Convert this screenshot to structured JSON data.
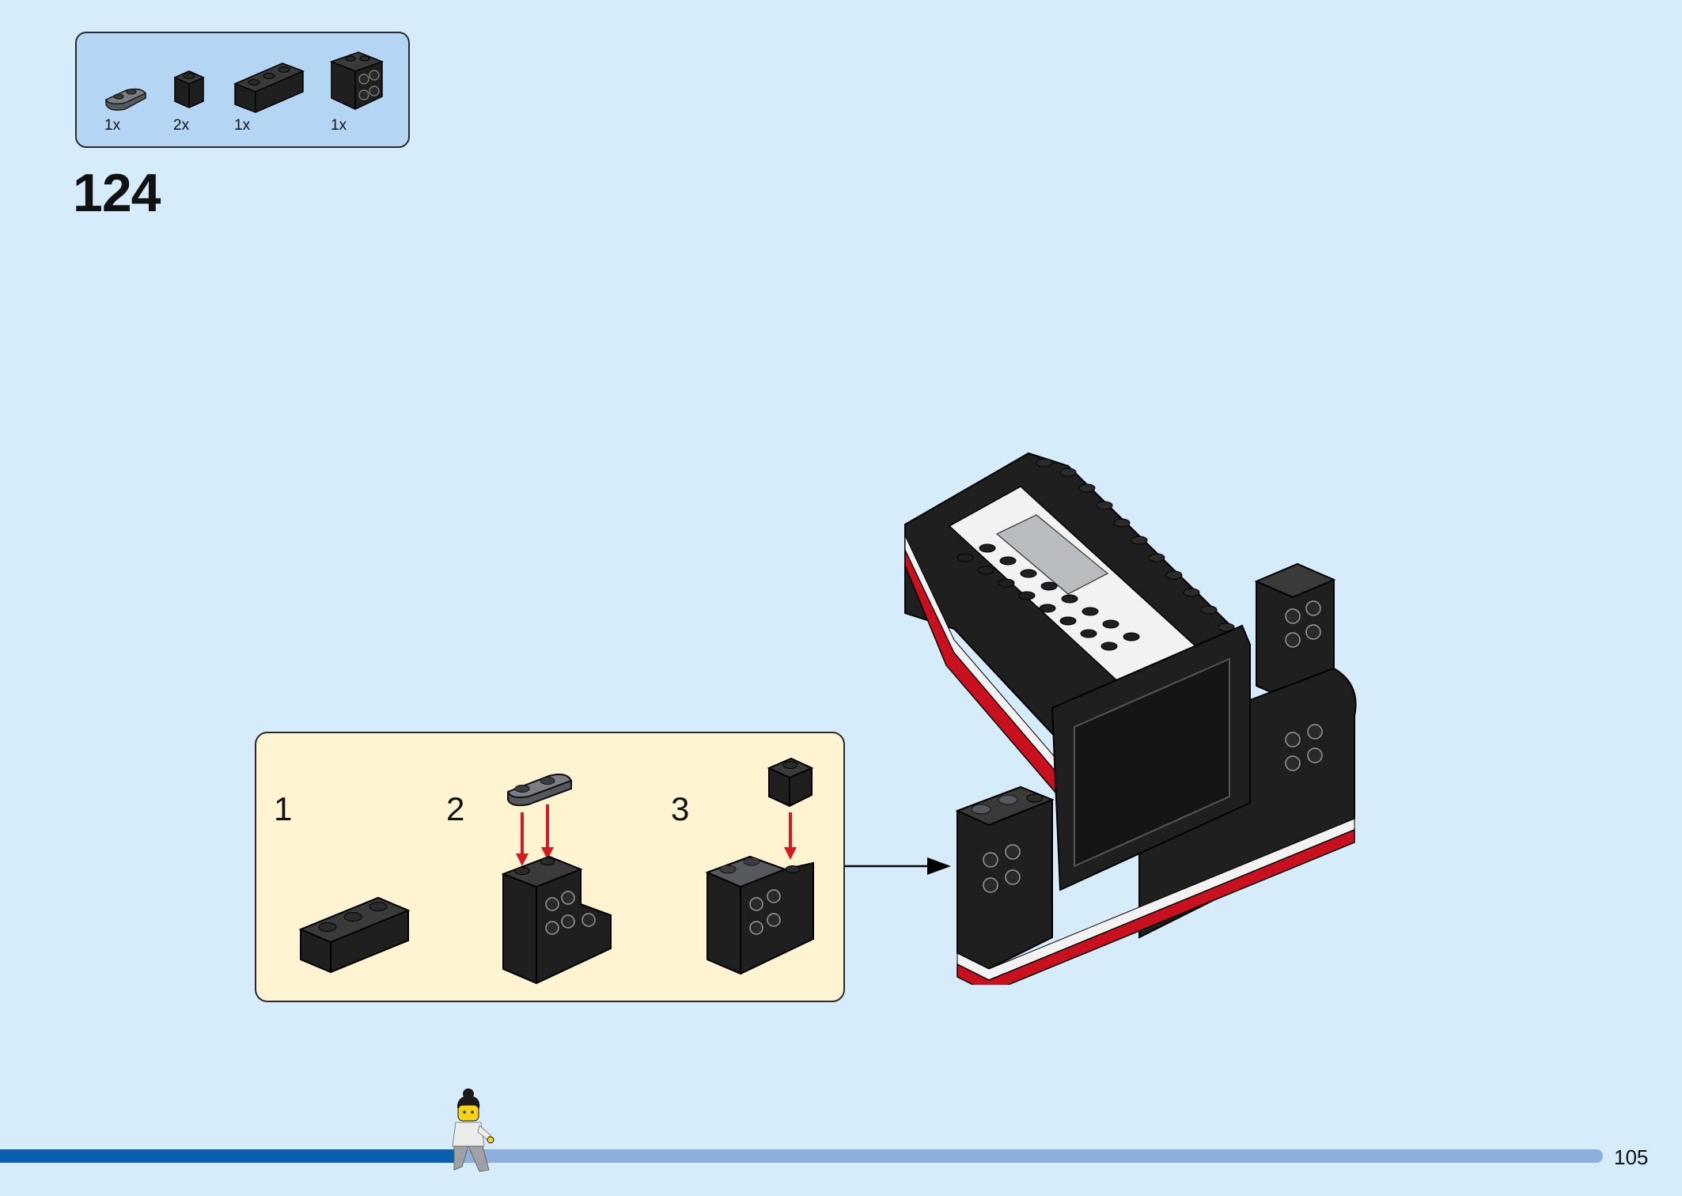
{
  "parts_list": {
    "items": [
      {
        "name": "dark-bluish-gray-plate-1x2-rounded",
        "qty": "1x",
        "color": "#6b6e72"
      },
      {
        "name": "black-brick-1x1",
        "qty": "2x",
        "color": "#2a2a2a"
      },
      {
        "name": "black-brick-1x3",
        "qty": "1x",
        "color": "#2a2a2a"
      },
      {
        "name": "black-brick-1x2x2-side-studs",
        "qty": "1x",
        "color": "#2a2a2a"
      }
    ]
  },
  "step": {
    "number": "124"
  },
  "substeps": [
    {
      "label": "1"
    },
    {
      "label": "2"
    },
    {
      "label": "3"
    }
  ],
  "colors": {
    "background": "#d6ecfb",
    "parts_box": "#b4d6f4",
    "substep_box": "#fff4d2",
    "brick_black": "#2a2a2a",
    "arrow_red": "#d71920",
    "model_red": "#c8101e",
    "progress_fill": "#0a5fb0",
    "progress_track": "#8eaedc"
  },
  "progress": {
    "fraction": 0.285
  },
  "page": {
    "number": "105"
  }
}
